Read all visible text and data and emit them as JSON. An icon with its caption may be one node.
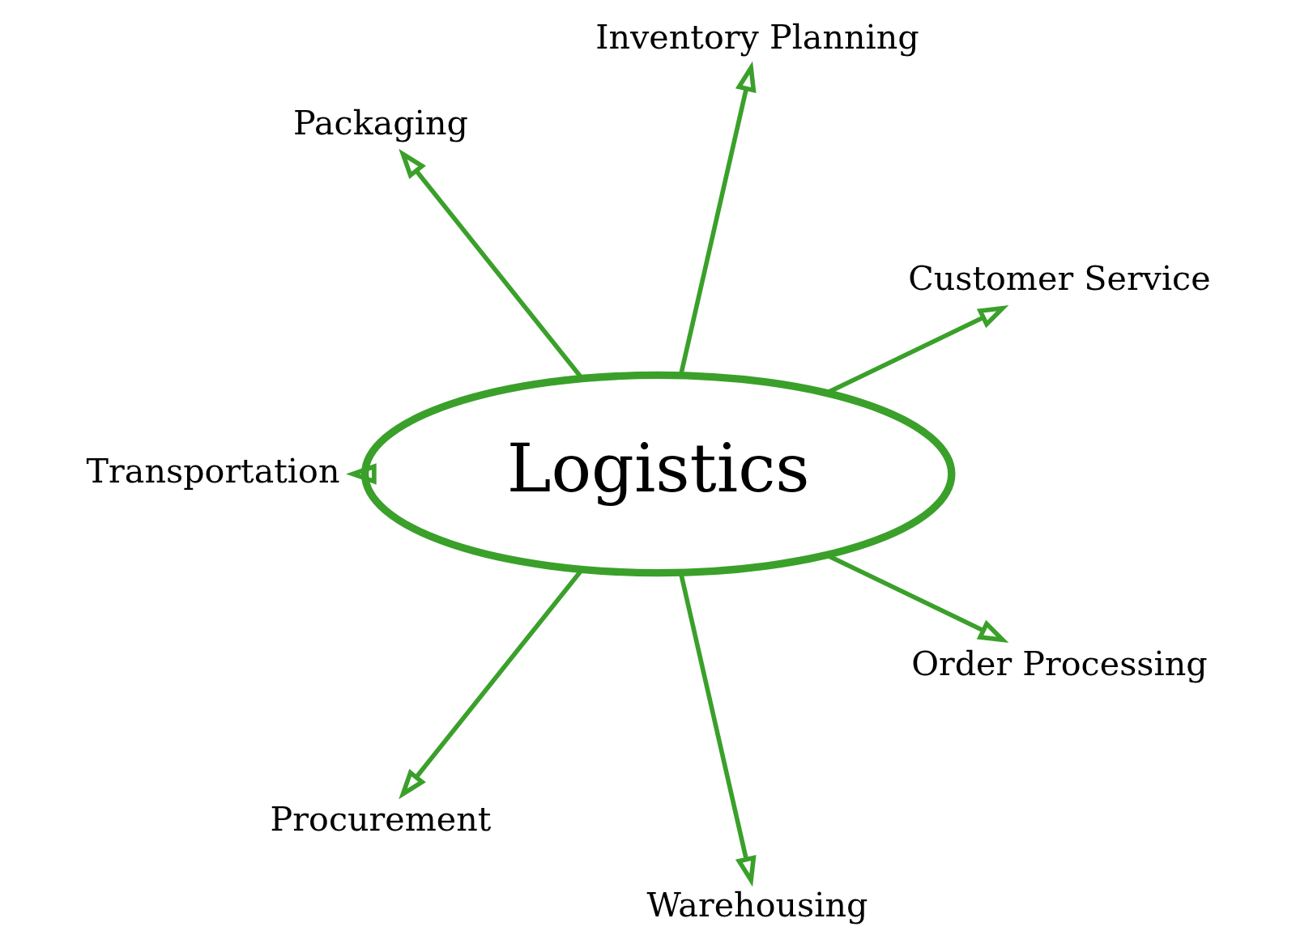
{
  "diagram": {
    "nodes": [
      {
        "text": [
          "Logistics"
        ]
      },
      {
        "text": [
          "Customer Service"
        ]
      },
      {
        "text": [
          "Inventory Planning"
        ]
      },
      {
        "text": [
          "Packaging"
        ]
      },
      {
        "text": [
          "Transportation"
        ]
      },
      {
        "text": [
          "Procurement"
        ]
      },
      {
        "text": [
          "Warehousing"
        ]
      },
      {
        "text": [
          "Order Processing"
        ]
      }
    ],
    "edges": [
      {
        "from": 0,
        "to": 1,
        "arrow": "to"
      },
      {
        "from": 0,
        "to": 2,
        "arrow": "to"
      },
      {
        "from": 0,
        "to": 3,
        "arrow": "to"
      },
      {
        "from": 0,
        "to": 4,
        "arrow": "to"
      },
      {
        "from": 0,
        "to": 5,
        "arrow": "to"
      },
      {
        "from": 0,
        "to": 6,
        "arrow": "to"
      },
      {
        "from": 0,
        "to": 7,
        "arrow": "to"
      }
    ]
  }
}
